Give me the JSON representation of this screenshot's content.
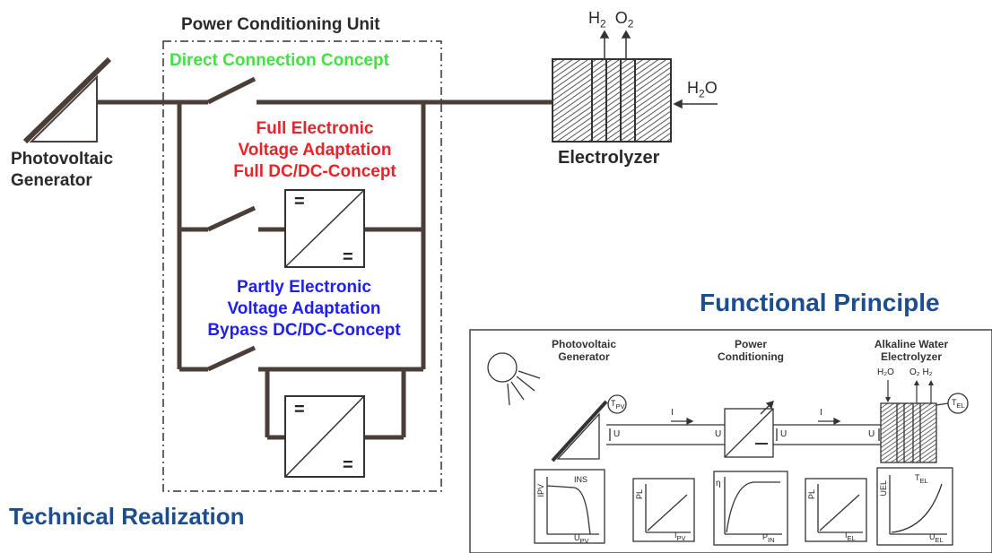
{
  "technical": {
    "pcu_title": "Power Conditioning Unit",
    "direct_concept": "Direct Connection Concept",
    "full_electronic": [
      "Full Electronic",
      "Voltage Adaptation",
      "Full DC/DC-Concept"
    ],
    "partly_electronic": [
      "Partly Electronic",
      "Voltage Adaptation",
      "Bypass DC/DC-Concept"
    ],
    "pv_label": [
      "Photovoltaic",
      "Generator"
    ],
    "electrolyzer_label": "Electrolyzer",
    "gases": {
      "h2": "H",
      "o2": "O",
      "sub": "2"
    },
    "water": {
      "h": "H",
      "sub": "2",
      "o": "O"
    },
    "converter_symbol": "=",
    "section_title": "Technical Realization"
  },
  "functional": {
    "section_title": "Functional Principle",
    "pv_gen": [
      "Photovoltaic",
      "Generator"
    ],
    "power_cond": [
      "Power",
      "Conditioning"
    ],
    "alkaline": [
      "Alkaline Water",
      "Electrolyzer"
    ],
    "h2o": "H₂O",
    "o2h2": "O₂ H₂",
    "t_pv": "T",
    "t_pv_sub": "PV",
    "t_el": "T",
    "t_el_sub": "EL",
    "current": "I",
    "voltage": "U",
    "graphs": [
      {
        "y": "I",
        "ysub": "PV",
        "x": "U",
        "xsub": "PV",
        "extra": "INS"
      },
      {
        "y": "P",
        "ysub": "L",
        "x": "I",
        "xsub": "PV"
      },
      {
        "y": "η",
        "x": "P",
        "xsub": "IN"
      },
      {
        "y": "P",
        "ysub": "L",
        "x": "I",
        "xsub": "EL"
      },
      {
        "y": "U",
        "ysub": "EL",
        "x": "U",
        "xsub": "EL",
        "extra": "T",
        "extrasub": "EL"
      }
    ]
  },
  "colors": {
    "line": "#4a3f38",
    "green": "#3fe43f",
    "red": "#e8232a",
    "blue": "#1f1ff0",
    "navy": "#1c4e8f"
  }
}
